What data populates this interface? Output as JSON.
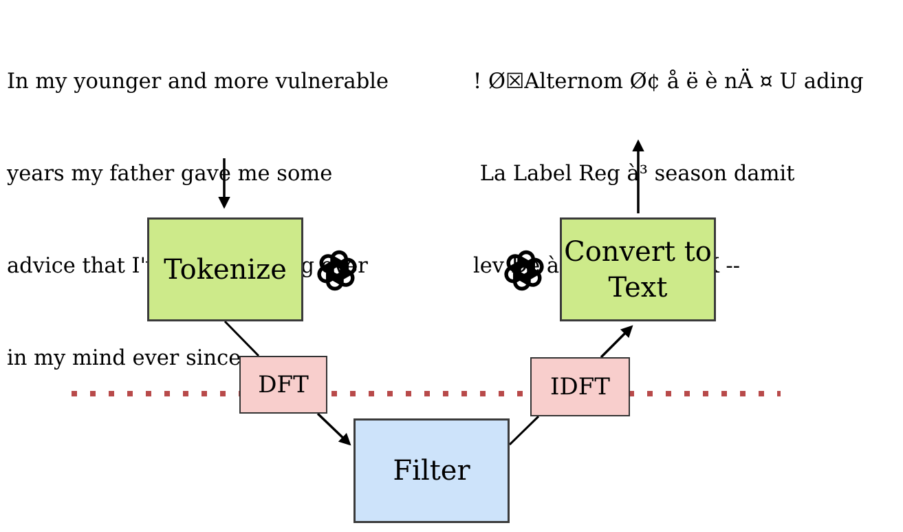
{
  "input_text": {
    "lines": [
      "In my younger and more vulnerable",
      "years my father gave me some",
      "advice that I've been turning over",
      "in my mind ever since"
    ]
  },
  "output_text": {
    "lines": [
      "! Ø☒Alternom Ø¢ å ë è nÄ ¤ U ading",
      " La Label Reg à³ season damit",
      "lev De à°¿à° àª¾àª® K --"
    ]
  },
  "nodes": {
    "tokenize": {
      "label": "Tokenize"
    },
    "dft": {
      "label": "DFT"
    },
    "filter": {
      "label": "Filter"
    },
    "idft": {
      "label": "IDFT"
    },
    "convert": {
      "line1": "Convert to",
      "line2": "Text"
    }
  },
  "colors": {
    "green": "#cdea8a",
    "pink": "#f8cecc",
    "blue": "#cde3fa",
    "dotted_line": "#b84a4a"
  },
  "icons": {
    "left_logo": "openai-logo-icon",
    "right_logo": "openai-logo-icon"
  }
}
